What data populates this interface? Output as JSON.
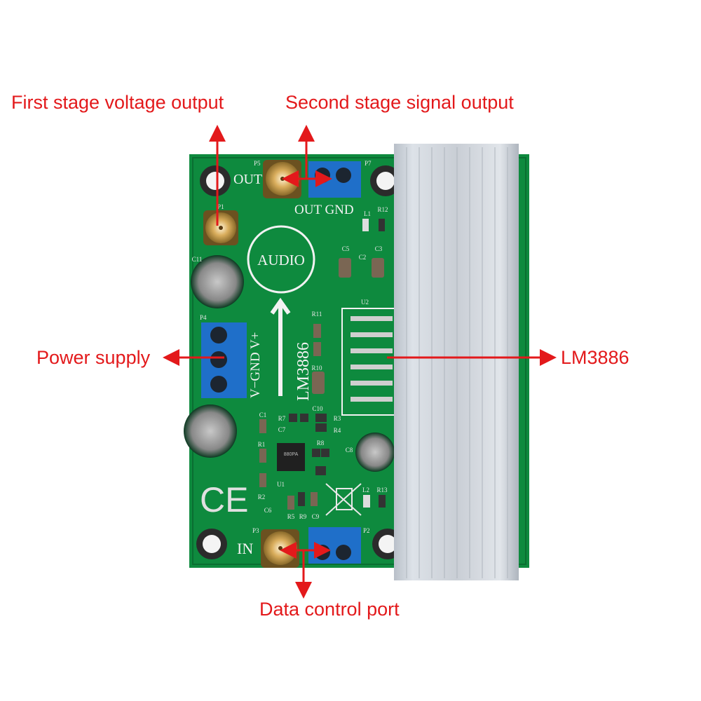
{
  "annotations": {
    "first_stage": "First stage voltage output",
    "second_stage": "Second stage signal output",
    "power_supply": "Power supply",
    "lm3886": "LM3886",
    "data_control": "Data control port"
  },
  "silkscreen": {
    "out": "OUT",
    "in": "IN",
    "out_gnd": "OUT GND",
    "audio": "AUDIO",
    "power_pins": "V−GND V+",
    "chip": "LM3886",
    "ce": "CE",
    "opamp_marking": "880PA",
    "refs": [
      "P5",
      "P7",
      "P1",
      "P4",
      "P3",
      "P2",
      "U2",
      "U1",
      "C11",
      "C5",
      "C2",
      "C3",
      "C1",
      "C7",
      "C10",
      "C8",
      "C6",
      "C9",
      "R11",
      "R10",
      "R7",
      "R3",
      "R4",
      "R8",
      "R1",
      "R2",
      "R5",
      "R9",
      "L1",
      "R12",
      "L2",
      "R13"
    ]
  },
  "colors": {
    "annotation": "#e3191b",
    "pcb": "#0e8a3e",
    "heatsink": "#c4cad2",
    "terminal": "#1f6fc9"
  }
}
